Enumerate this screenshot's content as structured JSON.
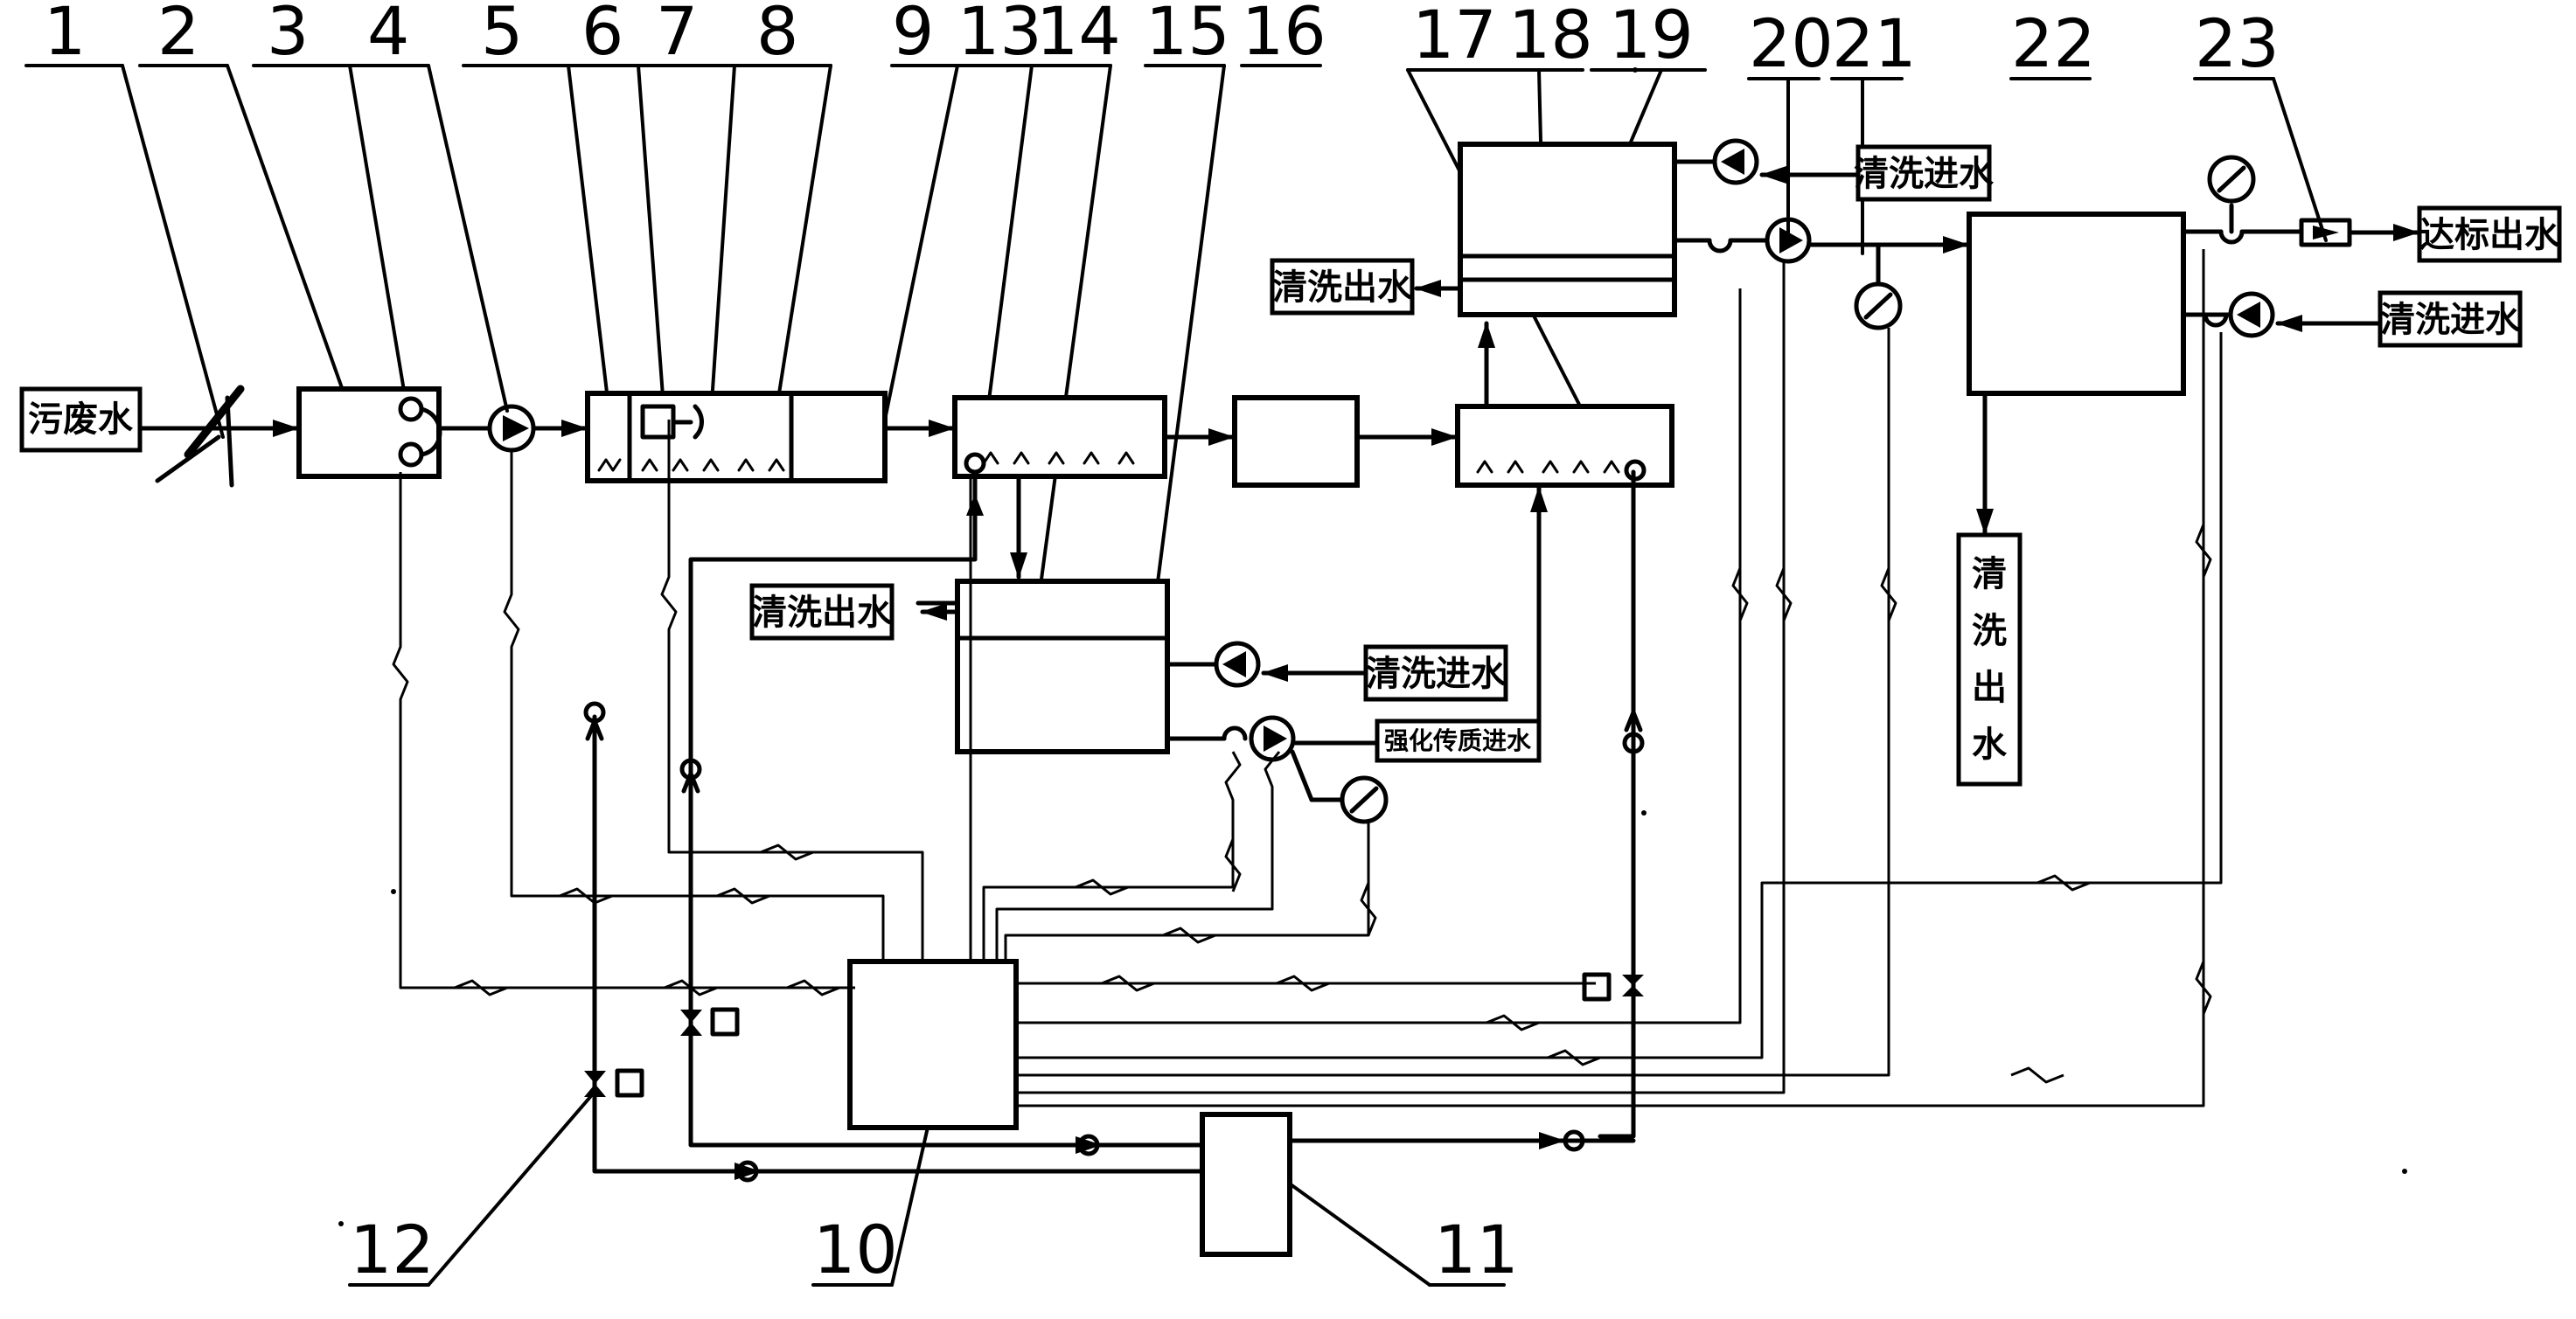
{
  "callouts": [
    {
      "id": "1",
      "text": "1"
    },
    {
      "id": "2",
      "text": "2"
    },
    {
      "id": "3",
      "text": "3"
    },
    {
      "id": "4",
      "text": "4"
    },
    {
      "id": "5",
      "text": "5"
    },
    {
      "id": "6",
      "text": "6"
    },
    {
      "id": "7",
      "text": "7"
    },
    {
      "id": "8",
      "text": "8"
    },
    {
      "id": "9",
      "text": "9"
    },
    {
      "id": "13",
      "text": "13"
    },
    {
      "id": "14",
      "text": "14"
    },
    {
      "id": "15",
      "text": "15"
    },
    {
      "id": "16",
      "text": "16"
    },
    {
      "id": "17",
      "text": "17"
    },
    {
      "id": "18",
      "text": "18"
    },
    {
      "id": "19",
      "text": "19"
    },
    {
      "id": "20",
      "text": "20"
    },
    {
      "id": "21",
      "text": "21"
    },
    {
      "id": "22",
      "text": "22"
    },
    {
      "id": "23",
      "text": "23"
    },
    {
      "id": "10",
      "text": "10"
    },
    {
      "id": "11",
      "text": "11"
    },
    {
      "id": "12",
      "text": "12"
    }
  ],
  "labels": {
    "wastewater_in": "污废水",
    "clean_out_top": "清洗出水",
    "clean_in_top": "清洗进水",
    "compliant_out": "达标出水",
    "clean_in_right": "清洗进水",
    "clean_out_mid": "清洗出水",
    "clean_in_mid": "清洗进水",
    "enhanced_media_in": "强化传质进水",
    "clean_out_vertical": [
      "清",
      "洗",
      "出",
      "水"
    ]
  }
}
